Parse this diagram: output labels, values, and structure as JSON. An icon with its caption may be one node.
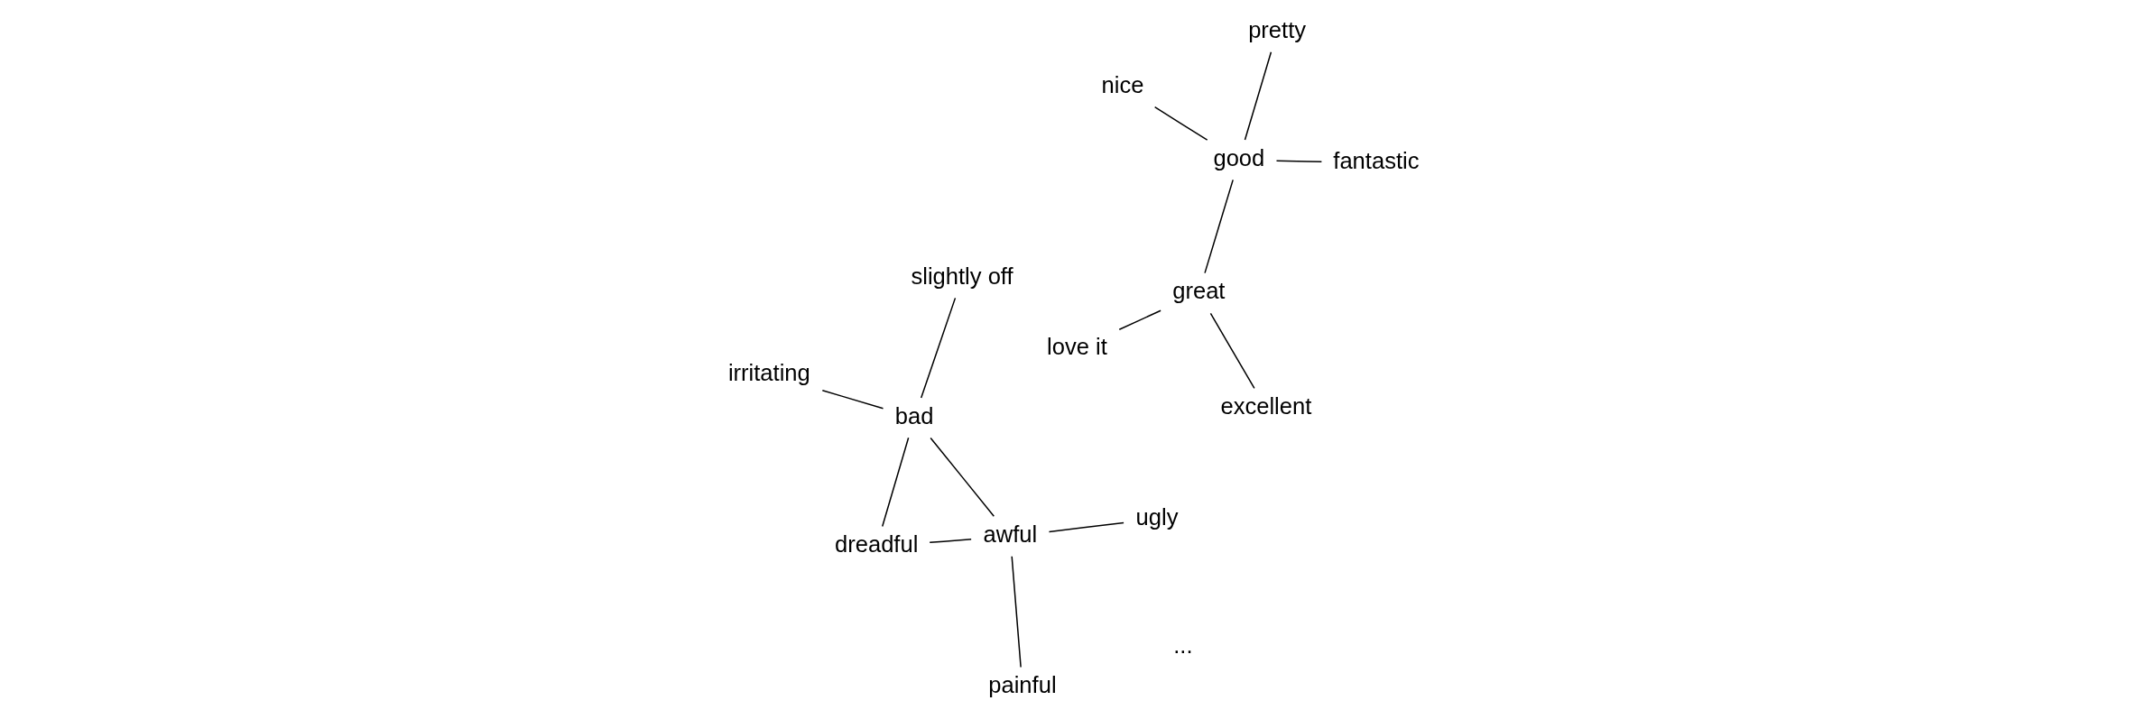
{
  "diagram": {
    "nodes": [
      {
        "text": [
          "love it"
        ]
      },
      {
        "text": [
          "fantastic"
        ]
      },
      {
        "text": [
          "excellent"
        ]
      },
      {
        "text": [
          "good"
        ]
      },
      {
        "text": [
          "great"
        ]
      },
      {
        "text": [
          "pretty"
        ]
      },
      {
        "text": [
          "nice"
        ]
      },
      {
        "text": [
          "dreadful"
        ]
      },
      {
        "text": [
          "ugly"
        ]
      },
      {
        "text": [
          "irritating"
        ]
      },
      {
        "text": [
          "bad"
        ]
      },
      {
        "text": [
          "awful"
        ]
      },
      {
        "text": [
          "slightly off"
        ]
      },
      {
        "text": [
          "painful"
        ]
      }
    ],
    "edges": [
      {
        "from": 1,
        "to": 3,
        "arrow": "none"
      },
      {
        "from": 0,
        "to": 4,
        "arrow": "none"
      },
      {
        "from": 2,
        "to": 4,
        "arrow": "none"
      },
      {
        "from": 3,
        "to": 4,
        "arrow": "none"
      },
      {
        "from": 3,
        "to": 5,
        "arrow": "none"
      },
      {
        "from": 3,
        "to": 6,
        "arrow": "none"
      },
      {
        "from": 7,
        "to": 11,
        "arrow": "none"
      },
      {
        "from": 7,
        "to": 10,
        "arrow": "none"
      },
      {
        "from": 8,
        "to": 11,
        "arrow": "none"
      },
      {
        "from": 9,
        "to": 10,
        "arrow": "none"
      },
      {
        "from": 10,
        "to": 11,
        "arrow": "none"
      },
      {
        "from": 10,
        "to": 12,
        "arrow": "none"
      },
      {
        "from": 11,
        "to": 13,
        "arrow": "none"
      }
    ],
    "labels": [
      "..."
    ]
  }
}
